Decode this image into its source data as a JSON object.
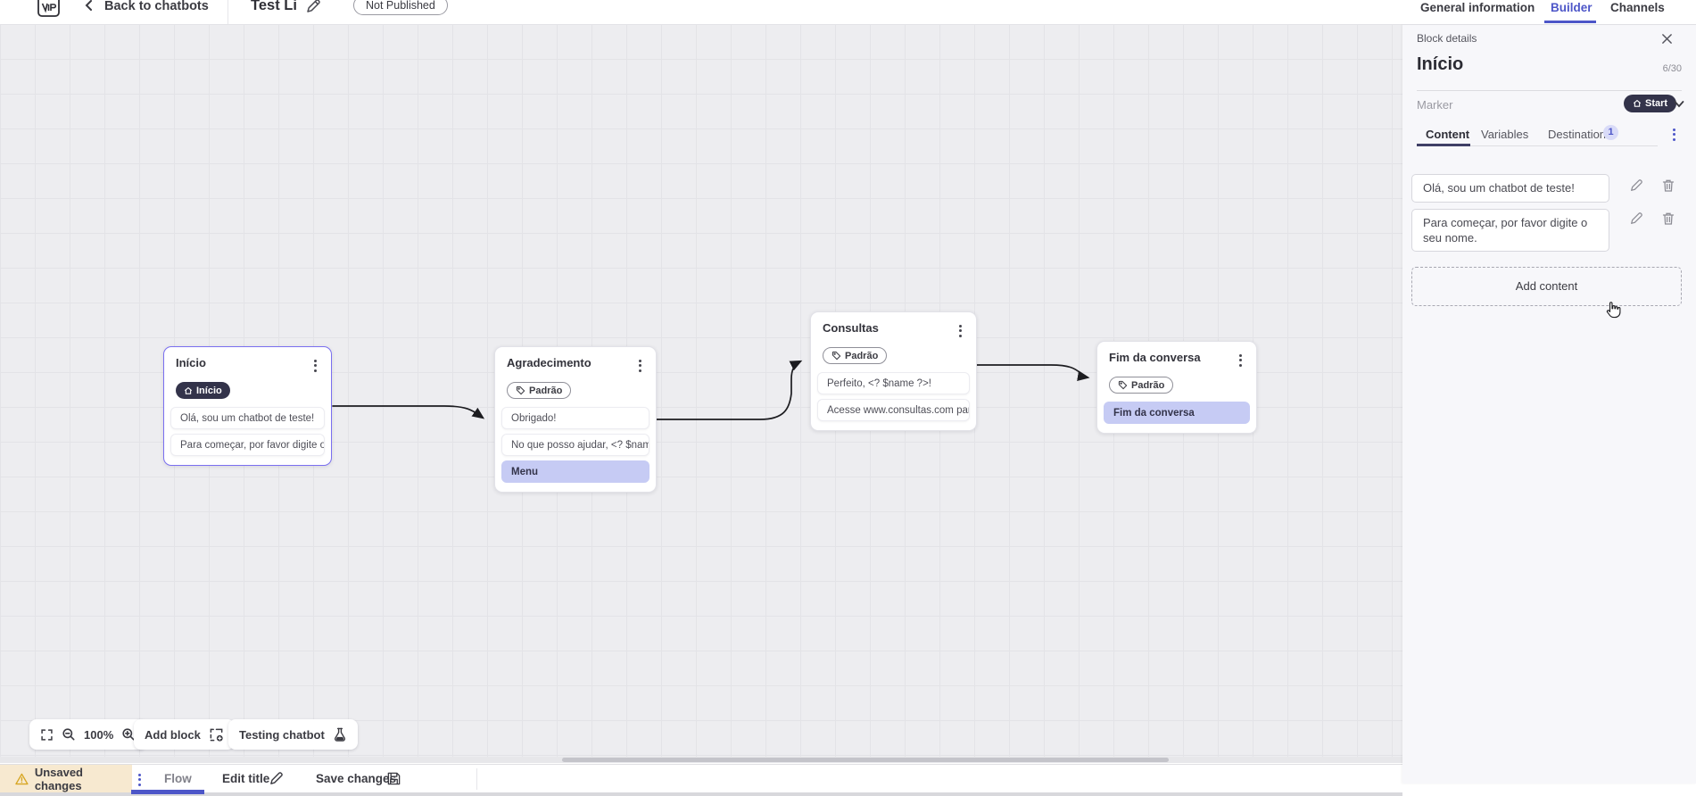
{
  "topbar": {
    "back_label": "Back to chatbots",
    "chatbot_title": "Test Li",
    "status_badge": "Not Published",
    "tabs": {
      "general": "General information",
      "builder": "Builder",
      "channels": "Channels"
    }
  },
  "panel": {
    "header": "Block details",
    "block_name": "Início",
    "name_counter": "6/30",
    "marker_label": "Marker",
    "marker_value": "Start",
    "tabs": {
      "content": "Content",
      "variables": "Variables",
      "destination": "Destination",
      "destination_badge": "1"
    },
    "contents": [
      {
        "text": "Olá, sou um chatbot de teste!"
      },
      {
        "text": "Para começar, por favor digite o seu nome."
      }
    ],
    "add_content_label": "Add content"
  },
  "canvas": {
    "nodes": [
      {
        "title": "Início",
        "badge": "Início",
        "items": [
          {
            "text": "Olá, sou um chatbot de teste!"
          },
          {
            "text": "Para começar, por favor digite o ..."
          }
        ]
      },
      {
        "title": "Agradecimento",
        "badge": "Padrão",
        "items": [
          {
            "text": "Obrigado!"
          },
          {
            "text": "No que posso ajudar, <? $name ..."
          },
          {
            "text": "Menu"
          }
        ]
      },
      {
        "title": "Consultas",
        "badge": "Padrão",
        "items": [
          {
            "text": "Perfeito, <? $name ?>!"
          },
          {
            "text": "Acesse www.consultas.com par..."
          }
        ]
      },
      {
        "title": "Fim da conversa",
        "badge": "Padrão",
        "items": [
          {
            "text": "Fim da conversa"
          }
        ]
      }
    ]
  },
  "controls": {
    "zoom_level": "100%",
    "add_block_label": "Add block",
    "testing_label": "Testing chatbot"
  },
  "bottombar": {
    "unsaved_label": "Unsaved changes",
    "flow_tab": "Flow",
    "edit_title_label": "Edit title",
    "save_label": "Save changes"
  },
  "colors": {
    "accent": "#4d56c8",
    "selected_node_border": "#7a6ff0",
    "highlight_item_bg": "#c6cbf4",
    "dark_pill_bg": "#33334a",
    "unsaved_bg": "#f7e9d0"
  }
}
